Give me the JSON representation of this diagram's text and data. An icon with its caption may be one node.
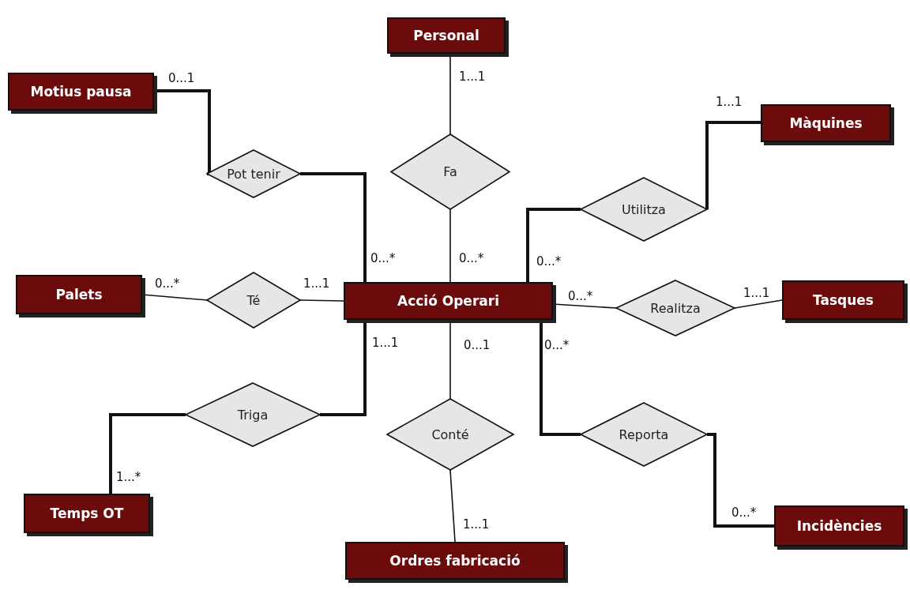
{
  "diagram": {
    "nodes": [
      {
        "text": [
          "Personal"
        ]
      },
      {
        "text": [
          "Motius pausa"
        ]
      },
      {
        "text": [
          "Màquines"
        ]
      },
      {
        "text": [
          "Pot tenir"
        ]
      },
      {
        "text": [
          "Fa"
        ]
      },
      {
        "text": [
          "Utilitza"
        ]
      },
      {
        "text": [
          "Palets"
        ]
      },
      {
        "text": [
          "Té"
        ]
      },
      {
        "text": [
          "Acció Operari"
        ]
      },
      {
        "text": [
          "Realitza"
        ]
      },
      {
        "text": [
          "Tasques"
        ]
      },
      {
        "text": [
          "Triga"
        ]
      },
      {
        "text": [
          "Conté"
        ]
      },
      {
        "text": [
          "Reporta"
        ]
      },
      {
        "text": [
          "Temps OT"
        ]
      },
      {
        "text": [
          "Incidències"
        ]
      },
      {
        "text": [
          "Ordres fabricació"
        ]
      }
    ],
    "edges": [
      {
        "from": 1,
        "to": 3,
        "arrow": "none",
        "label": "0...1",
        "style": "thick"
      },
      {
        "from": 3,
        "to": 8,
        "arrow": "none",
        "label": "0...*",
        "style": "thick"
      },
      {
        "from": 0,
        "to": 4,
        "arrow": "none",
        "label": "1...1"
      },
      {
        "from": 4,
        "to": 8,
        "arrow": "none",
        "label": "0...*"
      },
      {
        "from": 2,
        "to": 5,
        "arrow": "none",
        "label": "1...1",
        "style": "thick"
      },
      {
        "from": 5,
        "to": 8,
        "arrow": "none",
        "label": "0...*",
        "style": "thick"
      },
      {
        "from": 6,
        "to": 7,
        "arrow": "none",
        "label": "0...*"
      },
      {
        "from": 7,
        "to": 8,
        "arrow": "none",
        "label": "1...1"
      },
      {
        "from": 8,
        "to": 9,
        "arrow": "none",
        "label": "0...*"
      },
      {
        "from": 9,
        "to": 10,
        "arrow": "none",
        "label": "1...1"
      },
      {
        "from": 8,
        "to": 11,
        "arrow": "none",
        "label": "1...1",
        "style": "thick"
      },
      {
        "from": 11,
        "to": 14,
        "arrow": "none",
        "label": "1...*",
        "style": "thick"
      },
      {
        "from": 8,
        "to": 12,
        "arrow": "none",
        "label": "0...1"
      },
      {
        "from": 12,
        "to": 16,
        "arrow": "none",
        "label": "1...1"
      },
      {
        "from": 8,
        "to": 13,
        "arrow": "none",
        "label": "0...*",
        "style": "thick"
      },
      {
        "from": 13,
        "to": 15,
        "arrow": "none",
        "label": "0...*",
        "style": "thick"
      }
    ]
  }
}
